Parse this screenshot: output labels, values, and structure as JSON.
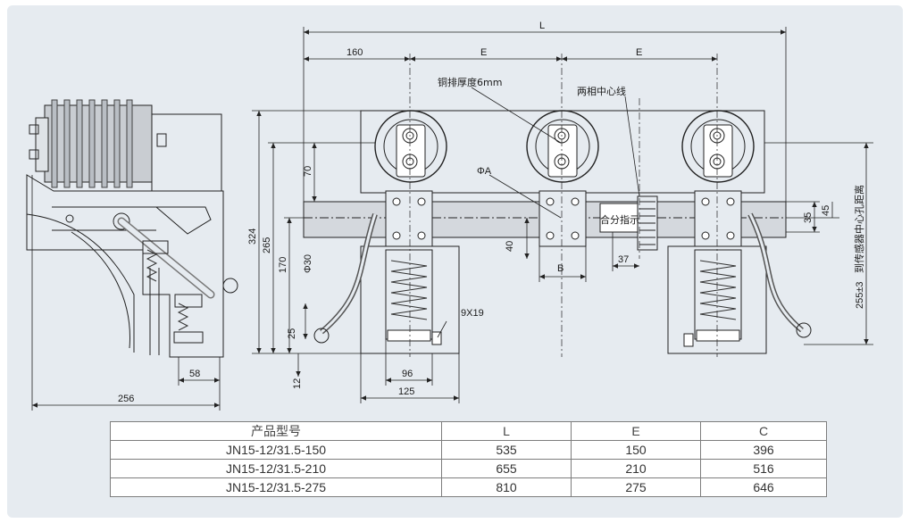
{
  "drawing": {
    "dims": {
      "L": "L",
      "d160": "160",
      "E1": "E",
      "E2": "E",
      "d324": "324",
      "d265": "265",
      "d170": "170",
      "d70": "70",
      "phi30": "Φ30",
      "d25": "25",
      "d12": "12",
      "d96": "96",
      "d125": "125",
      "slot": "9X19",
      "d40": "40",
      "B": "B",
      "d37": "37",
      "phiA": "ΦA",
      "d35": "35",
      "d45": "45",
      "d255": "255±3",
      "d58": "58",
      "d256": "256"
    },
    "labels": {
      "copper_thickness": "铜排厚度6mm",
      "phase_center": "两相中心线",
      "indicator": "合分指示",
      "sensor_note": "到传感器中心孔距离"
    }
  },
  "table": {
    "headers": [
      "产品型号",
      "L",
      "E",
      "C"
    ],
    "rows": [
      [
        "JN15-12/31.5-150",
        "535",
        "150",
        "396"
      ],
      [
        "JN15-12/31.5-210",
        "655",
        "210",
        "516"
      ],
      [
        "JN15-12/31.5-275",
        "810",
        "275",
        "646"
      ]
    ]
  }
}
